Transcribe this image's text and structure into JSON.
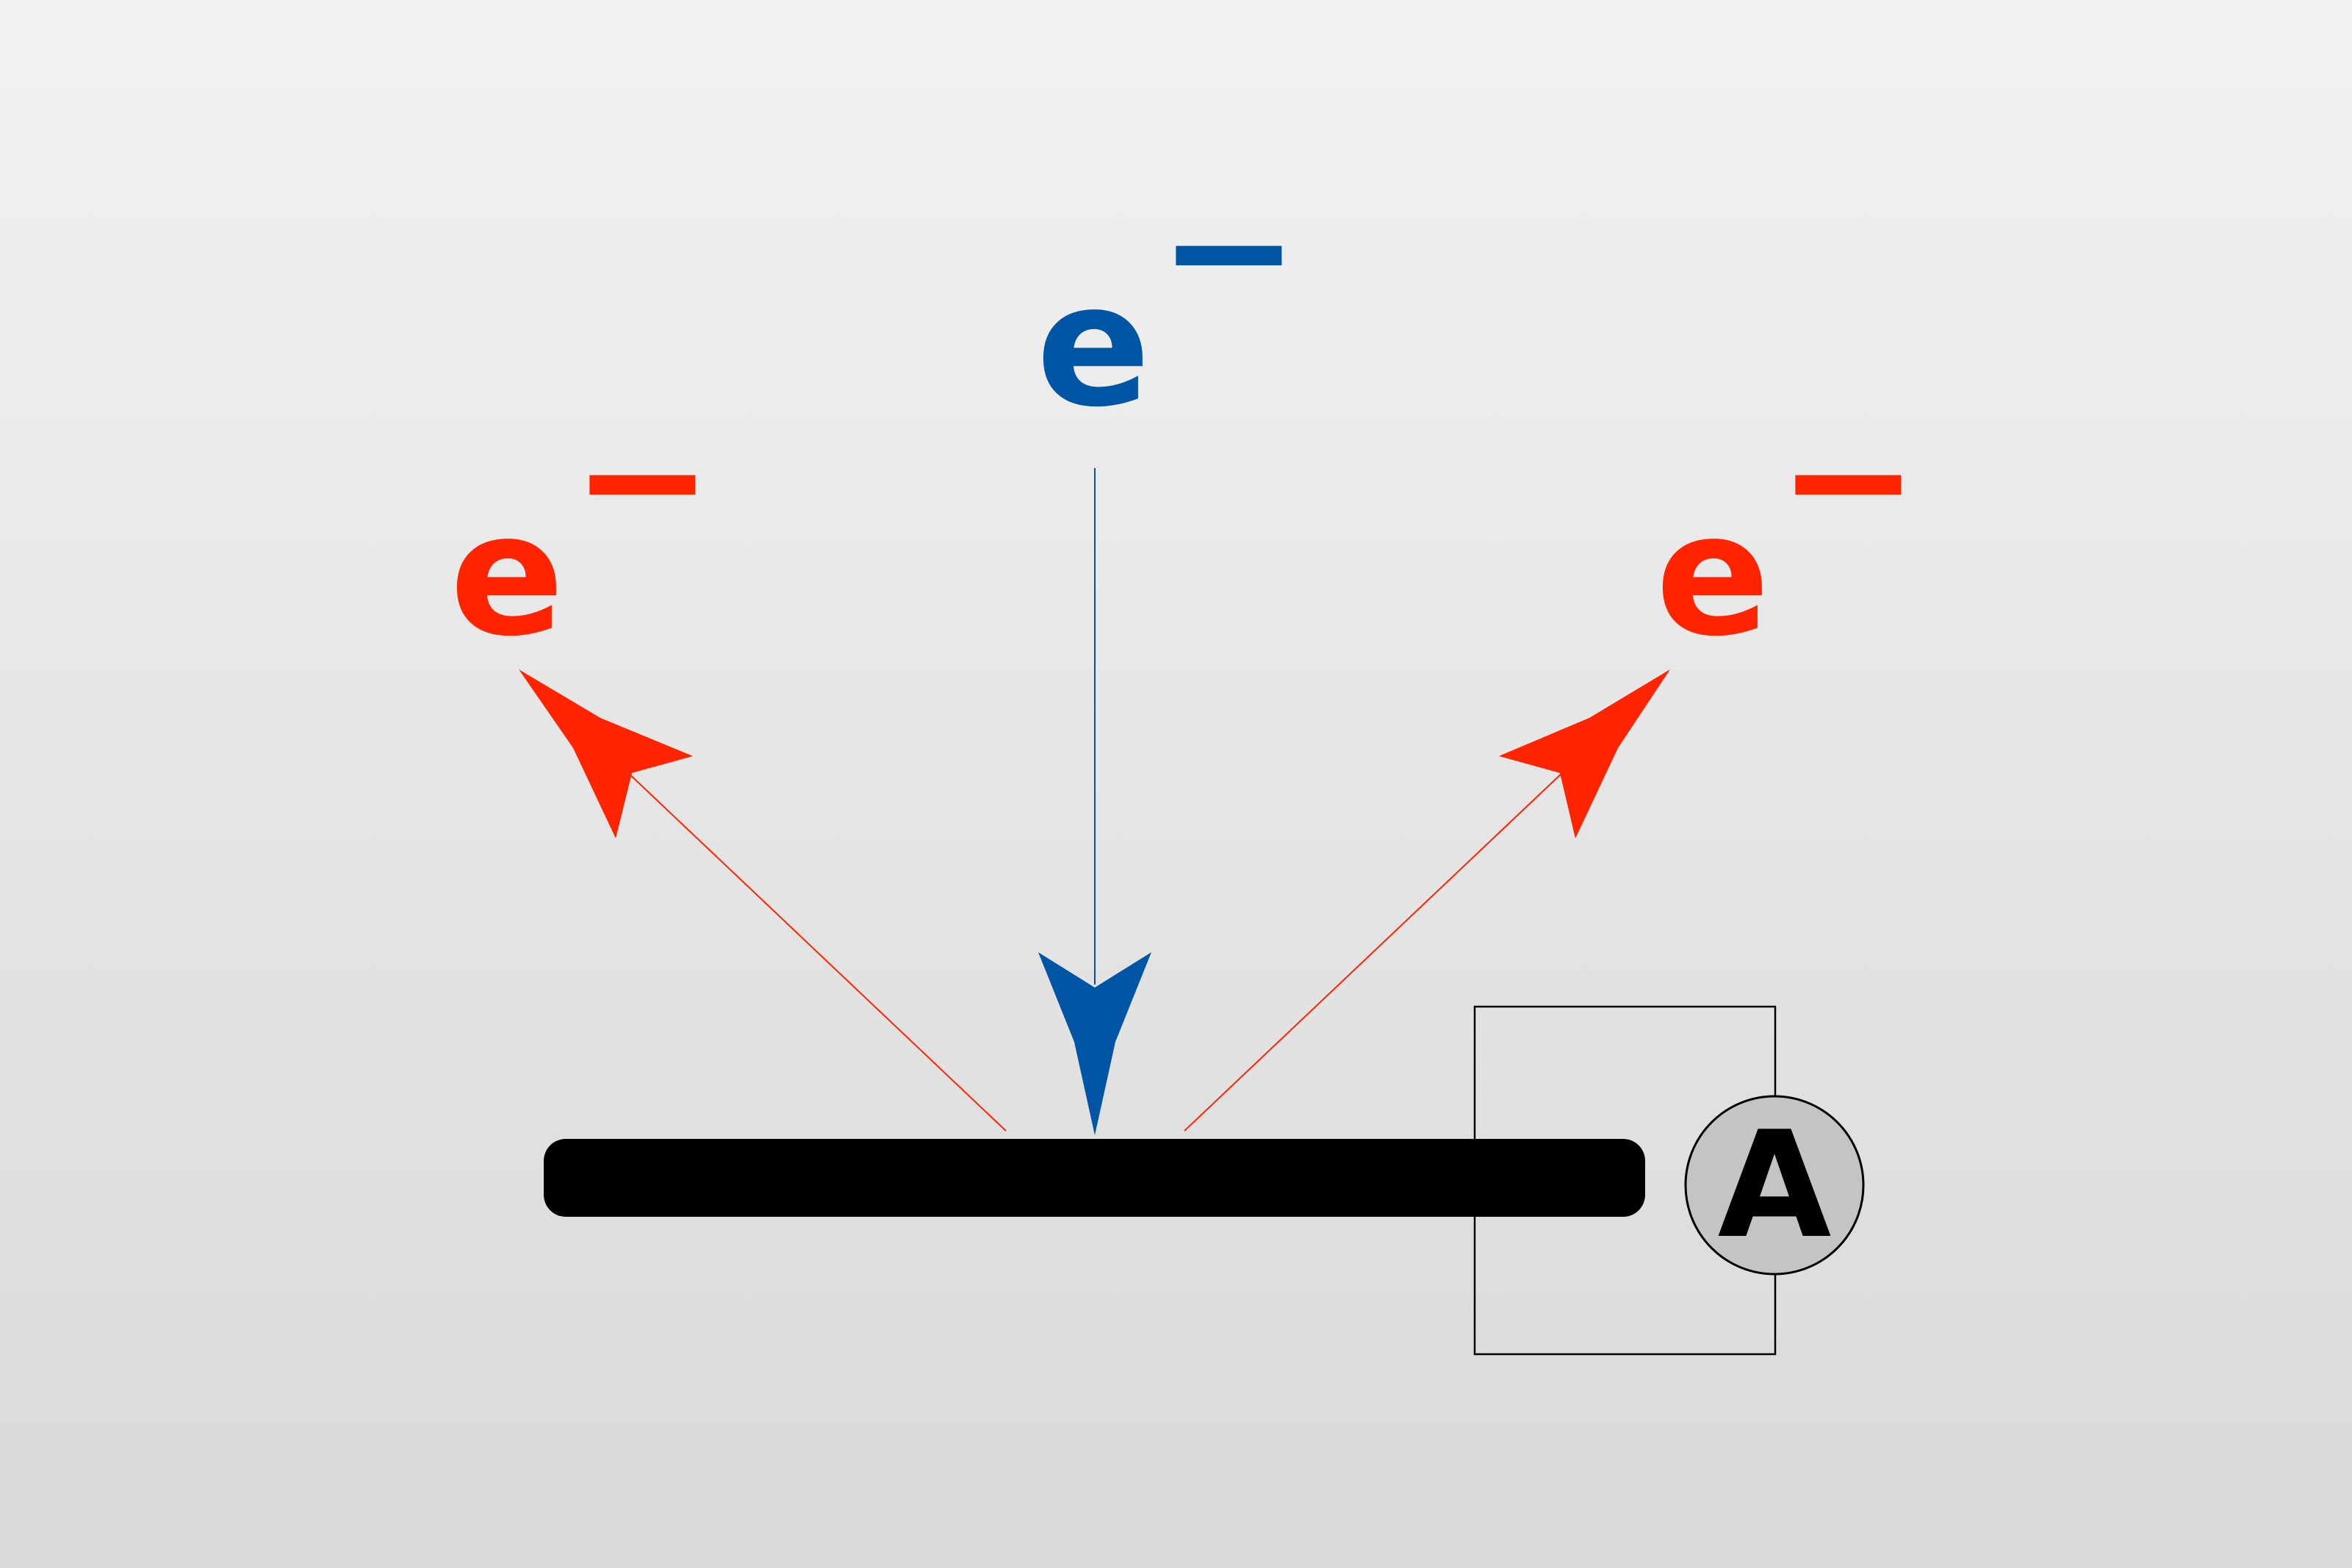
{
  "colors": {
    "background_top": "#f2f2f2",
    "background_bottom": "#d9d9d9",
    "incident": "#0055a4",
    "emitted": "#ff2400",
    "plate": "#000000",
    "circuit": "#000000",
    "meter_fill": "#c4c4c4"
  },
  "incident_electron": {
    "symbol": "e",
    "charge": "−"
  },
  "emitted_electrons": [
    {
      "symbol": "e",
      "charge": "−"
    },
    {
      "symbol": "e",
      "charge": "−"
    }
  ],
  "ammeter": {
    "label": "A"
  }
}
